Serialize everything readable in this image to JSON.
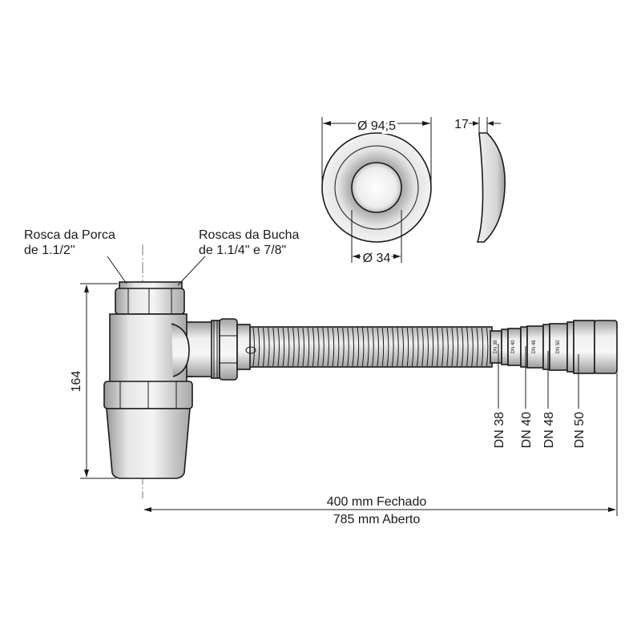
{
  "labels": {
    "nut_thread_line1": "Rosca da Porca",
    "nut_thread_line2": "de 1.1/2\"",
    "bushing_thread_line1": "Roscas da Bucha",
    "bushing_thread_line2": "de 1.1/4\" e 7/8\"",
    "height": "164",
    "length_closed": "400 mm Fechado",
    "length_open": "785 mm Aberto",
    "outer_diameter": "Ø 94,5",
    "inner_diameter": "Ø 34",
    "flange_thickness": "17"
  },
  "dn_sizes": [
    "DN 38",
    "DN 40",
    "DN 48",
    "DN 50"
  ],
  "ring_marks": [
    "DN 38",
    "DN 40",
    "DN 48",
    "DN 50"
  ],
  "colors": {
    "line": "#1a1a1a",
    "body_light": "#ededed",
    "body_mid": "#d2d2d2",
    "body_dark": "#9a9a9a",
    "hose": "#cfcfcf"
  }
}
